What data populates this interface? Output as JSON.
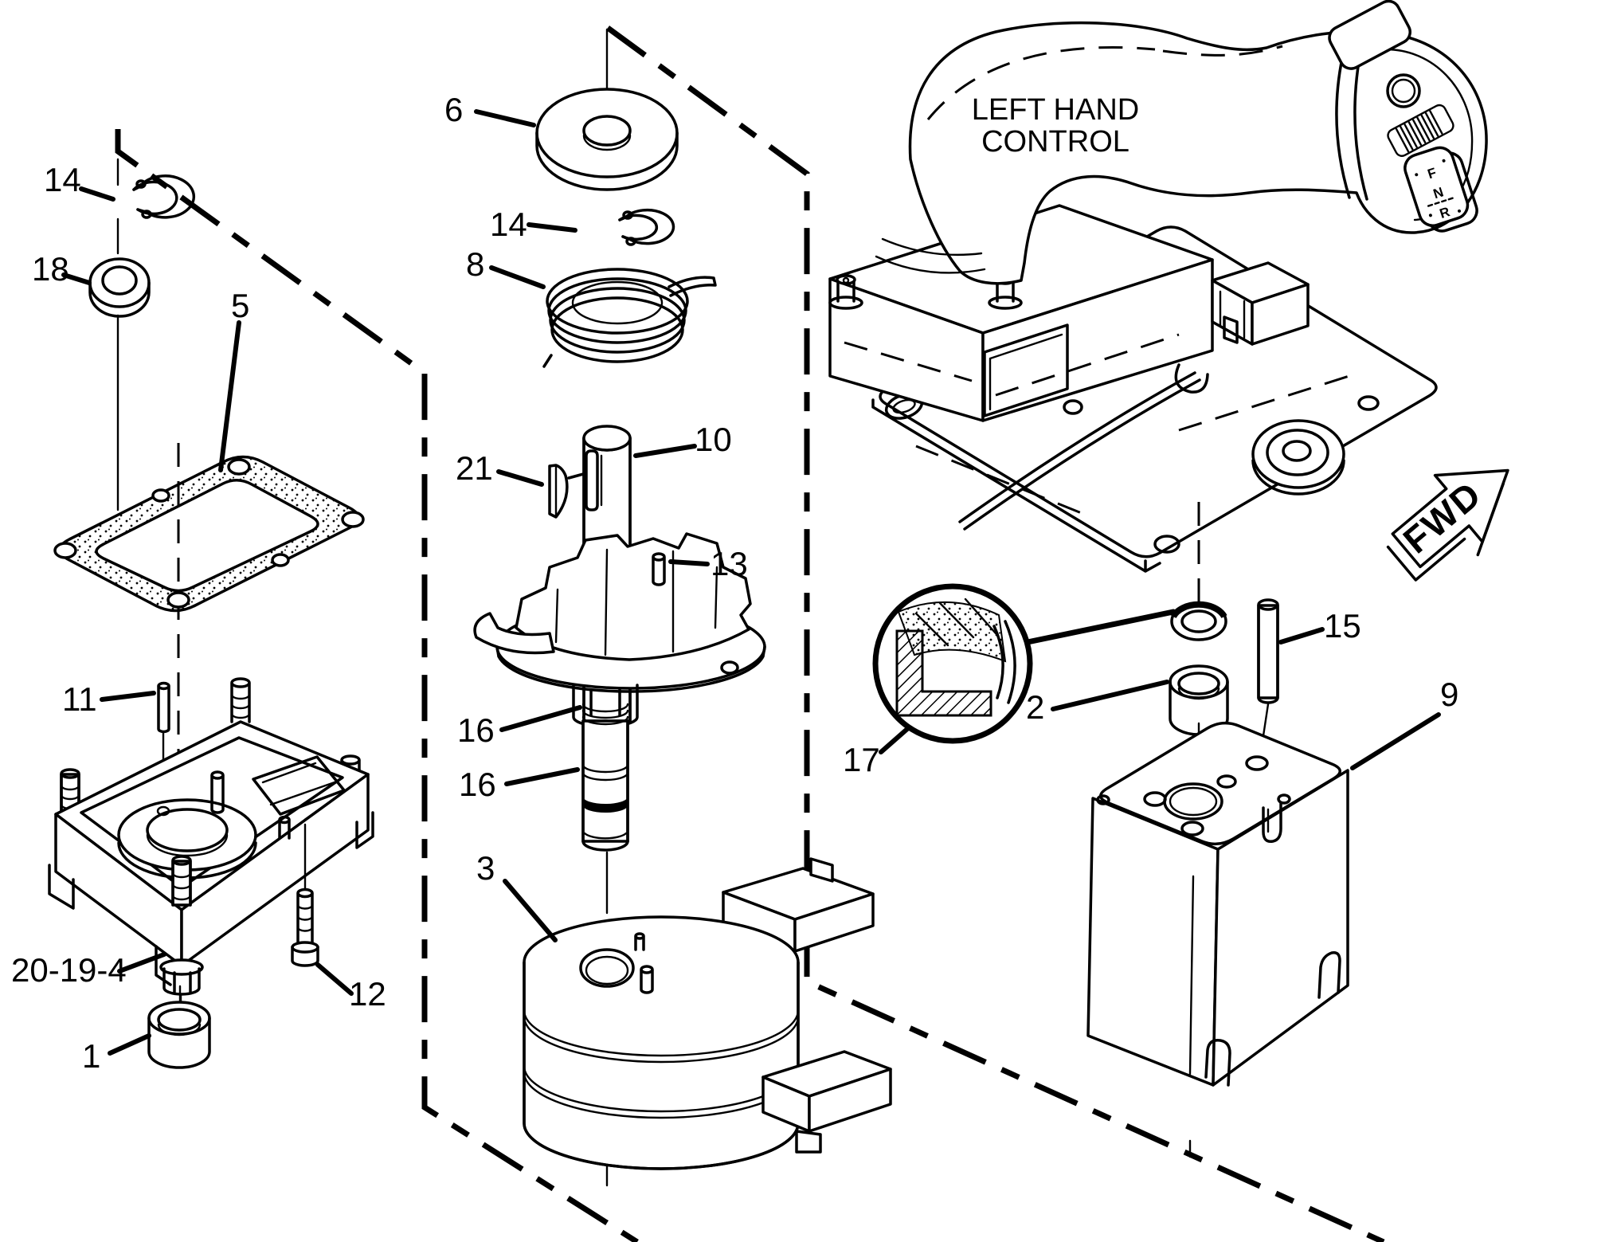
{
  "figure": {
    "type": "exploded-parts-diagram",
    "colors": {
      "line": "#000000",
      "background": "#ffffff"
    },
    "assembly_title": {
      "line1": "LEFT HAND",
      "line2": "CONTROL"
    },
    "direction_arrow": "FWD",
    "grip_switch": {
      "top": "F",
      "middle": "N",
      "bottom": "R"
    },
    "callouts": {
      "c14_left": "14",
      "c18": "18",
      "c5": "5",
      "c11": "11",
      "c20_19_4": "20-19-4",
      "c12": "12",
      "c1": "1",
      "c6": "6",
      "c14_mid": "14",
      "c8": "8",
      "c21": "21",
      "c10": "10",
      "c13": "13",
      "c16_upper": "16",
      "c16_lower": "16",
      "c3": "3",
      "c17": "17",
      "c2": "2",
      "c15": "15",
      "c9": "9"
    }
  }
}
